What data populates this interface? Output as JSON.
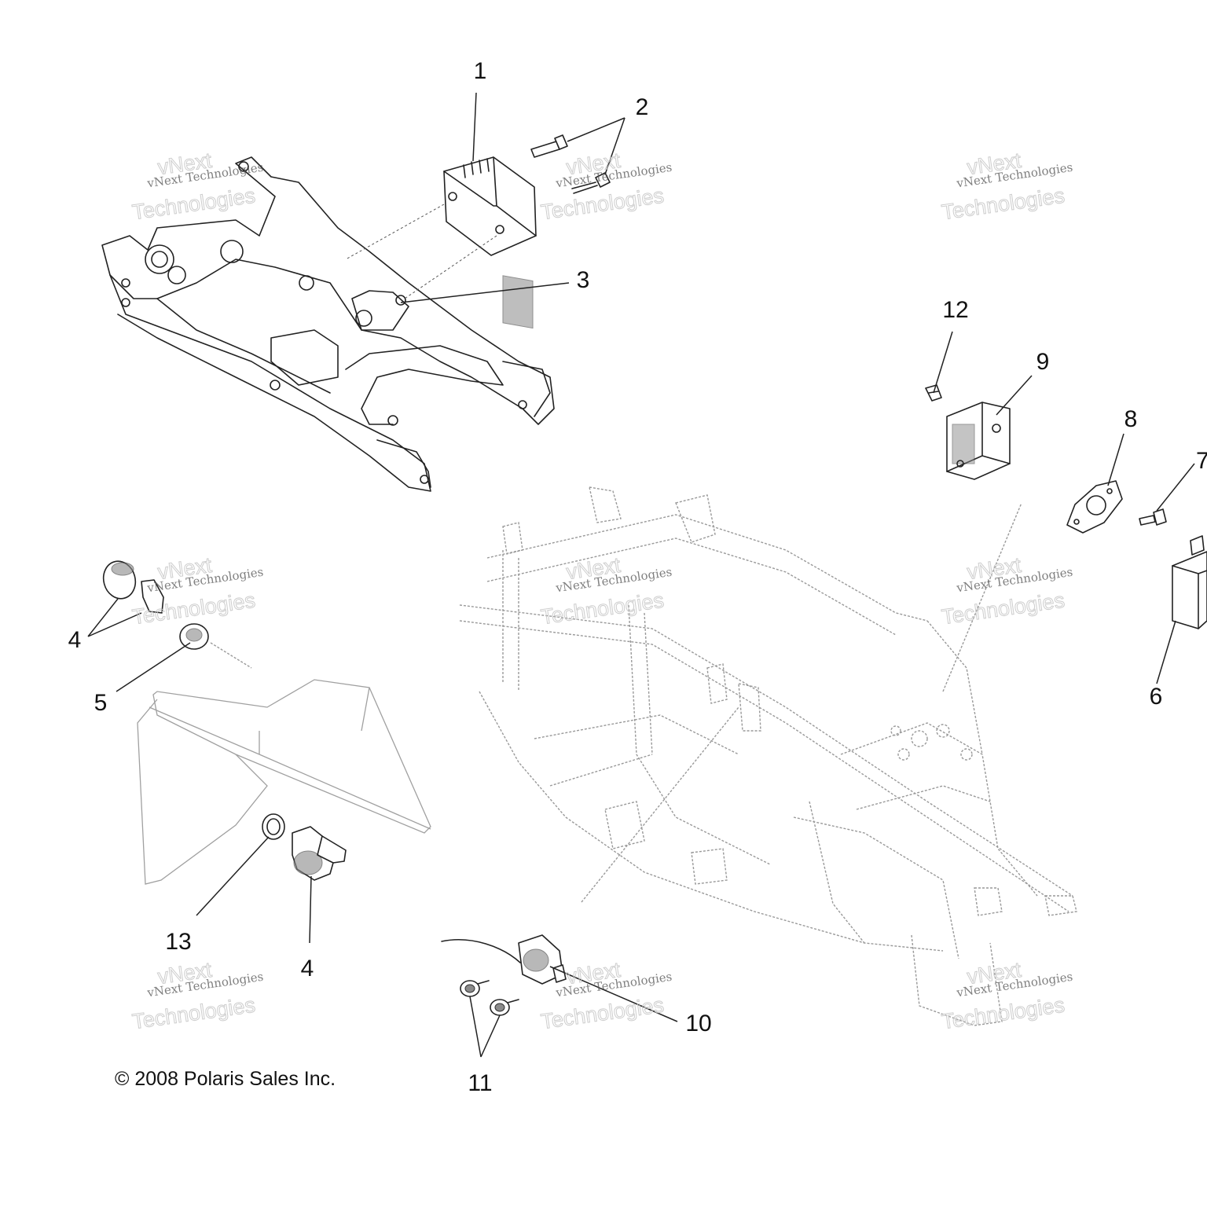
{
  "callouts": {
    "c1": "1",
    "c2": "2",
    "c3": "3",
    "c4a": "4",
    "c4b": "4",
    "c5": "5",
    "c6": "6",
    "c7": "7",
    "c8": "8",
    "c9": "9",
    "c10": "10",
    "c11": "11",
    "c12": "12",
    "c13": "13"
  },
  "copyright": "© 2008 Polaris Sales Inc.",
  "watermark": {
    "top": "vNext",
    "middle": "vNext Technologies",
    "bottom": "Technologies"
  }
}
